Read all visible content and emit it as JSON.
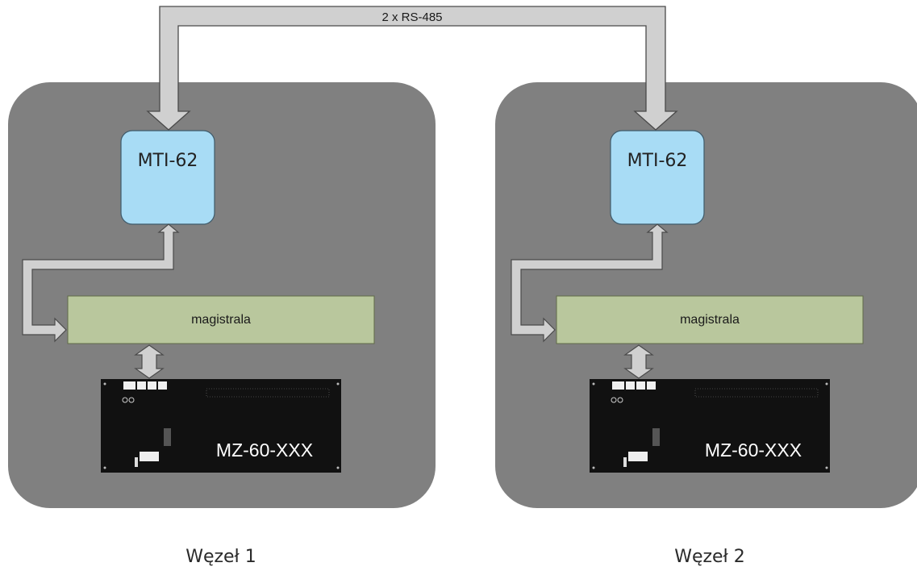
{
  "link": {
    "label": "2 x RS-485"
  },
  "nodes": [
    {
      "caption": "Węzeł 1",
      "module": "MTI-62",
      "bus": "magistrala",
      "panel": "MZ-60-XXX"
    },
    {
      "caption": "Węzeł 2",
      "module": "MTI-62",
      "bus": "magistrala",
      "panel": "MZ-60-XXX"
    }
  ],
  "colors": {
    "node_background": "#808080",
    "module_fill": "#a8dcf5",
    "bus_fill": "#b9c79d",
    "arrow_fill": "#d0d0d0",
    "panel_fill": "#111111"
  }
}
